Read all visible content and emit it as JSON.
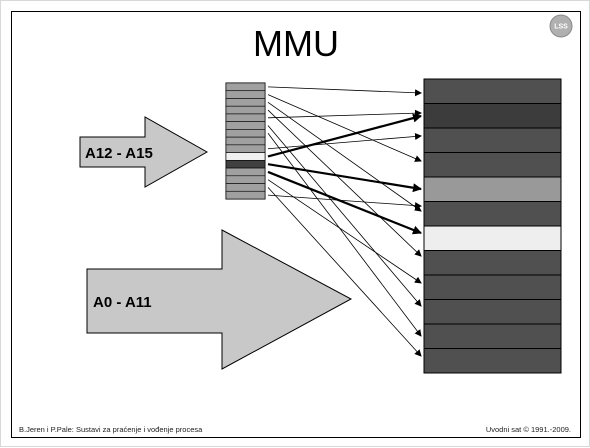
{
  "slide": {
    "title": "MMU",
    "footer_left": "B.Jeren i P.Pale: Sustavi za praćenje i vođenje procesa",
    "footer_right": "Uvodni sat © 1991.-2009.",
    "logo": {
      "icon": "lss-logo-icon",
      "text": "LSS"
    }
  },
  "diagram": {
    "small_arrow_label": "A12 - A15",
    "big_arrow_label": "A0 - A11",
    "page_table_entries": 15,
    "selected_entry": 10,
    "memory_frames": 12,
    "highlighted_frame_gray": 5,
    "highlighted_frame_white": 7,
    "colors": {
      "table_entry": "#a0a0a0",
      "table_selected": "#404040",
      "table_white": "#f0f0f0",
      "memory_dark": "#505050",
      "memory_darker": "#3c3c3c",
      "memory_gray": "#999999",
      "memory_white": "#eeeeee",
      "arrow_fill": "#c0c0c0"
    }
  }
}
